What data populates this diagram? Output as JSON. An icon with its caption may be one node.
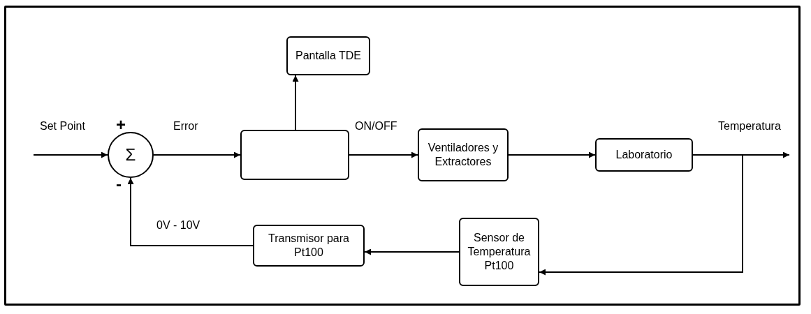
{
  "diagram": {
    "nodes": [
      {
        "text": [
          "Pantalla TDE"
        ]
      },
      {
        "text": [
          "Σ"
        ]
      },
      {
        "text": [],
        "shape": "box"
      },
      {
        "text": [
          "Ventiladores y Extractores"
        ]
      },
      {
        "text": [
          "Laboratorio"
        ]
      },
      {
        "text": [
          "Sensor de Temperatura Pt100"
        ]
      },
      {
        "text": [
          "Transmisor para Pt100"
        ]
      }
    ],
    "edges": [
      {
        "from": null,
        "to": 1,
        "arrow": "to",
        "label": "Set Point"
      },
      {
        "from": 1,
        "to": 2,
        "arrow": "to",
        "label": "Error"
      },
      {
        "from": 2,
        "to": 0,
        "arrow": "to"
      },
      {
        "from": 2,
        "to": 3,
        "arrow": "to",
        "label": "ON/OFF"
      },
      {
        "from": 3,
        "to": 4,
        "arrow": "to"
      },
      {
        "from": 4,
        "to": null,
        "arrow": "to",
        "label": "Temperatura"
      },
      {
        "from": 4,
        "to": 5,
        "arrow": "to"
      },
      {
        "from": 5,
        "to": 6,
        "arrow": "to"
      },
      {
        "from": 6,
        "to": 1,
        "arrow": "to",
        "label": "0V - 10V"
      }
    ],
    "labels": [
      "+",
      "-"
    ]
  }
}
